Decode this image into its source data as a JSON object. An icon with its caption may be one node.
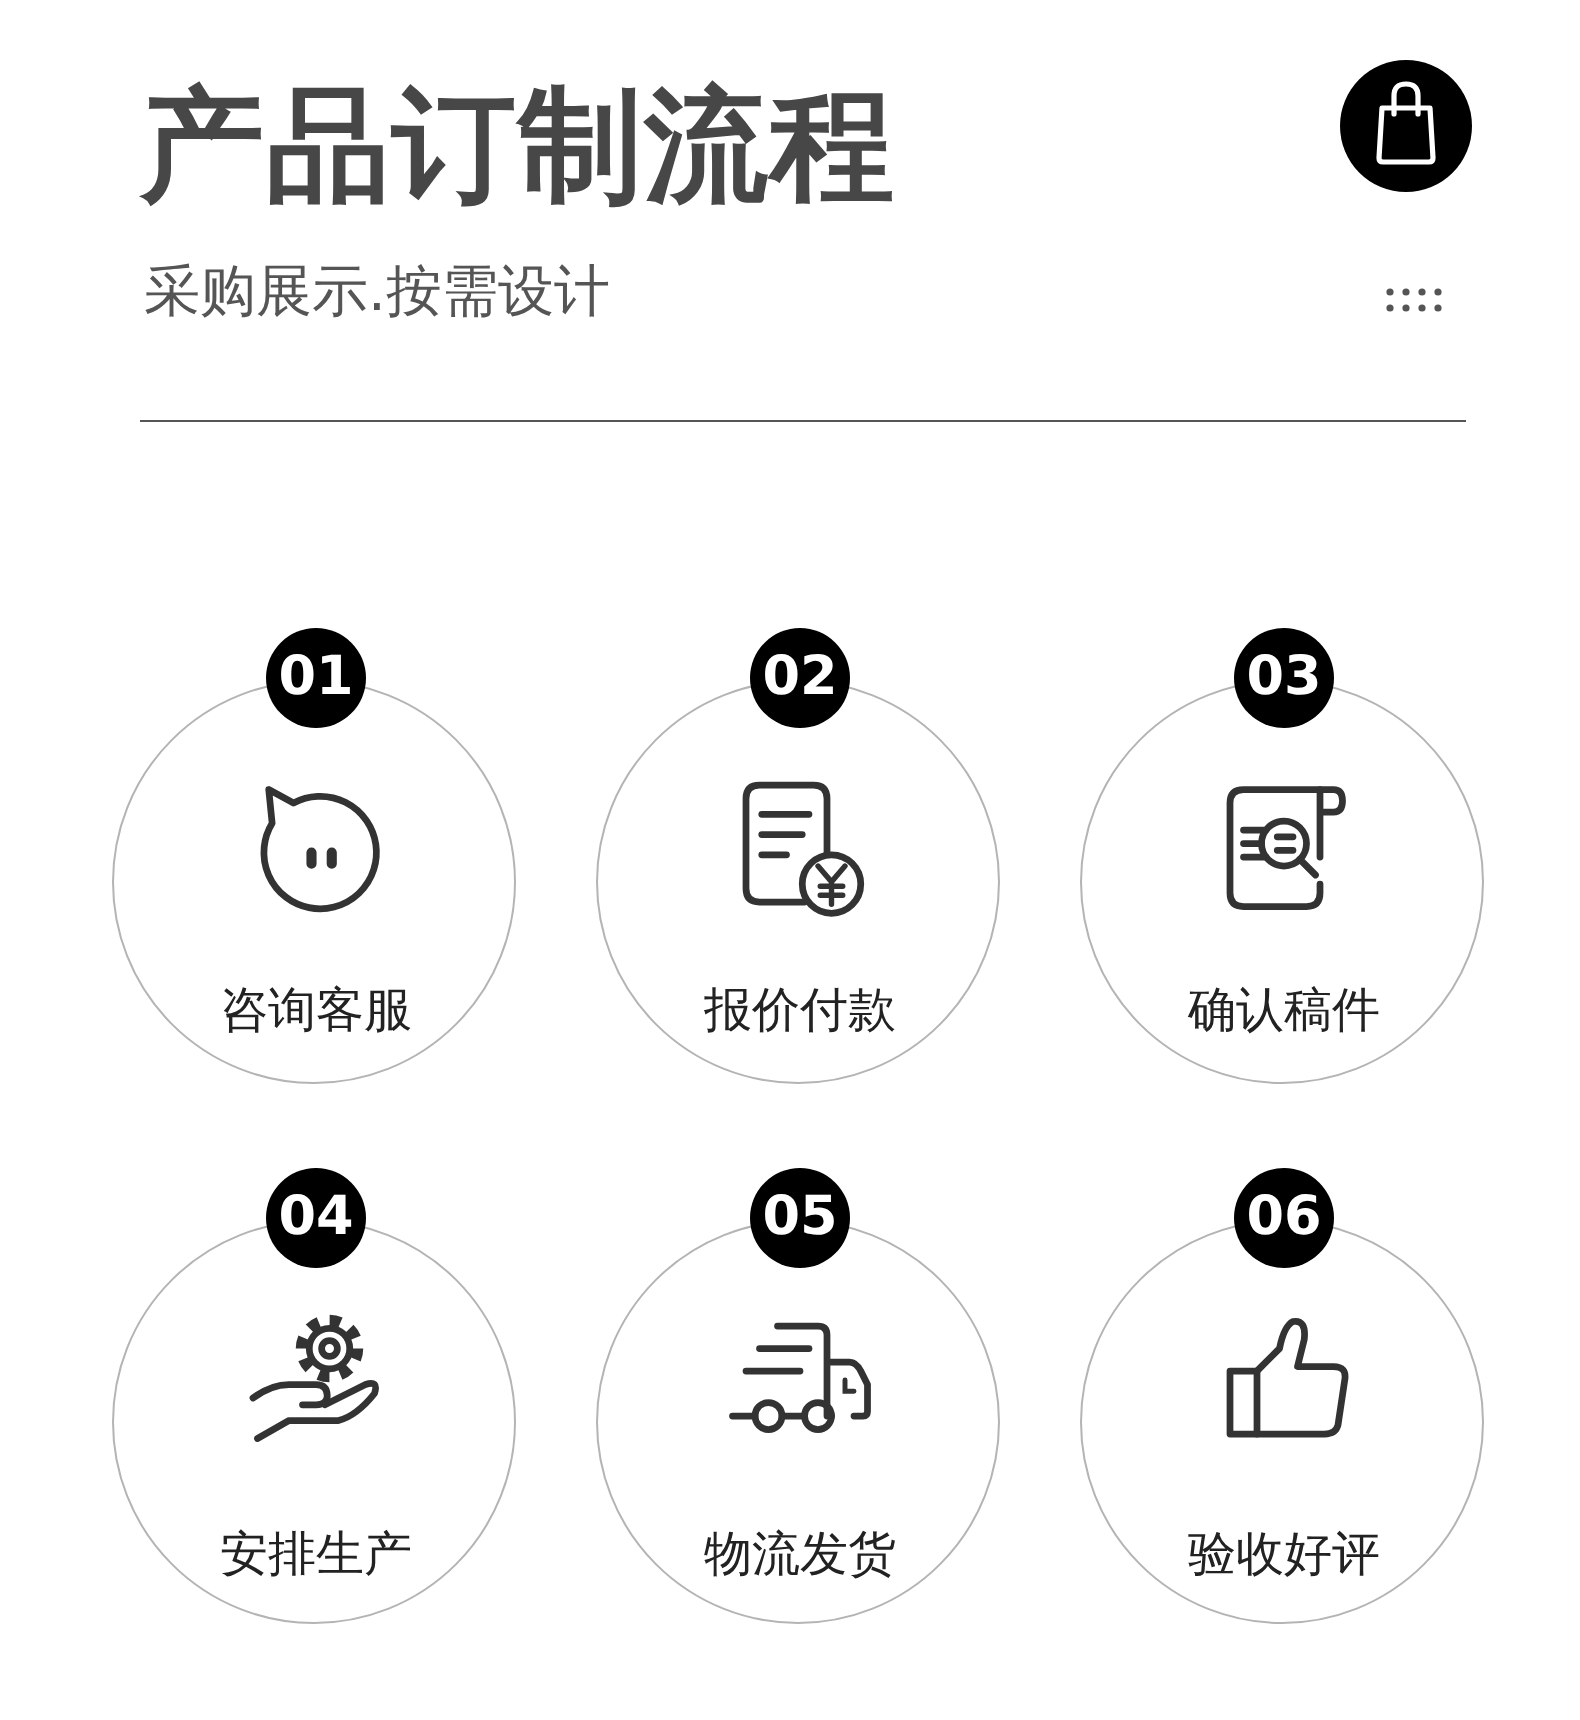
{
  "diagram": {
    "title": "产品订制流程",
    "nodes": [
      {
        "text": [
          "01",
          "咨询客服"
        ]
      },
      {
        "text": [
          "02",
          "报价付款"
        ]
      },
      {
        "text": [
          "03",
          "确认稿件"
        ]
      },
      {
        "text": [
          "04",
          "安排生产"
        ]
      },
      {
        "text": [
          "05",
          "物流发货"
        ]
      },
      {
        "text": [
          "06",
          "验收好评"
        ]
      }
    ],
    "labels": [
      "采购展示.按需设计"
    ]
  }
}
